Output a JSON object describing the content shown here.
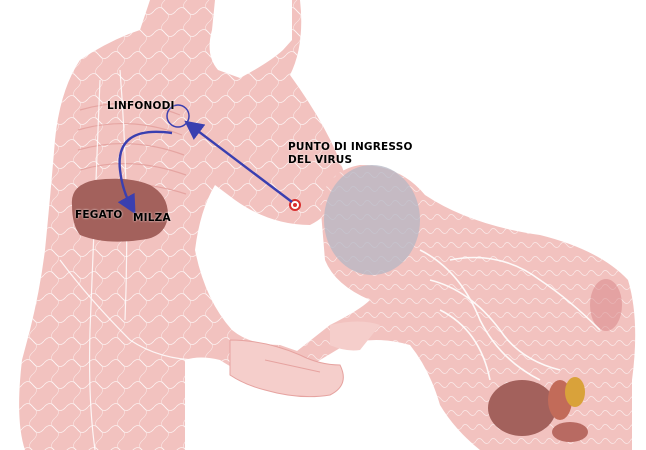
{
  "labels": {
    "lymph_nodes": "LINFONODI",
    "entry_point": "PUNTO DI INGRESSO\nDEL VIRUS",
    "liver": "FEGATO",
    "spleen": "MILZA"
  },
  "colors": {
    "skin": "#f2c2bf",
    "skin_dark": "#e6a3a0",
    "organ": "#a3615c",
    "arrow": "#3a3fb0",
    "entry_dot": "#d83030",
    "head_overlay": "#b5b7c4"
  }
}
